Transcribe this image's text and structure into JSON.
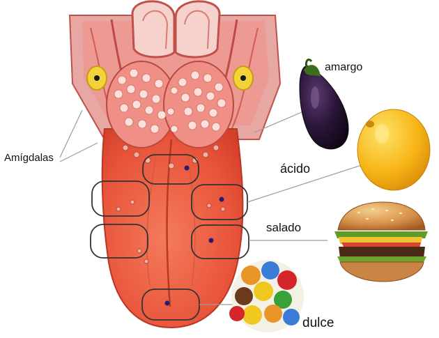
{
  "labels": {
    "tonsils": "Amígdalas",
    "bitter": "amargo",
    "sour": "ácido",
    "salty": "salado",
    "sweet": "dulce"
  },
  "foods": {
    "bitter": "eggplant-icon",
    "sour": "lemon-icon",
    "salty": "burger-icon",
    "sweet": "candies-icon"
  },
  "colors": {
    "tongue": "#e8543a",
    "tongue_light": "#f28a6e",
    "throat": "#e7a7a3",
    "papillae": "#f3b1a2",
    "region_outline": "#333333",
    "receptor_dot": "#2a1a6e",
    "tonsil": "#f2d33c",
    "eggplant": "#241331",
    "lemon": "#f7b516"
  }
}
